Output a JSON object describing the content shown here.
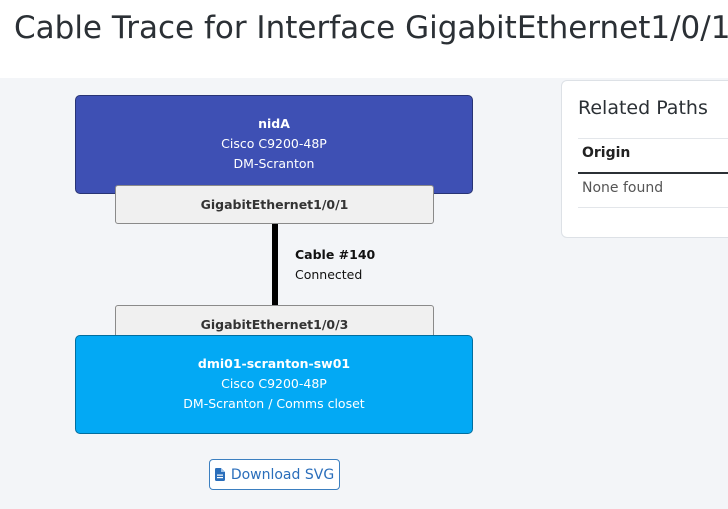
{
  "page": {
    "title": "Cable Trace for Interface GigabitEthernet1/0/1"
  },
  "trace": {
    "origin_device": {
      "name": "nidA",
      "model": "Cisco C9200-48P",
      "site": "DM-Scranton",
      "color": "#3e50b4"
    },
    "origin_interface": "GigabitEthernet1/0/1",
    "cable": {
      "label": "Cable #140",
      "status": "Connected",
      "color": "#000000"
    },
    "far_interface": "GigabitEthernet1/0/3",
    "far_device": {
      "name": "dmi01-scranton-sw01",
      "model": "Cisco C9200-48P",
      "site": "DM-Scranton / Comms closet",
      "color": "#03a9f4"
    },
    "download_label": "Download SVG",
    "download_icon": "file-icon"
  },
  "related_paths": {
    "title": "Related Paths",
    "column_header": "Origin",
    "empty_text": "None found"
  }
}
